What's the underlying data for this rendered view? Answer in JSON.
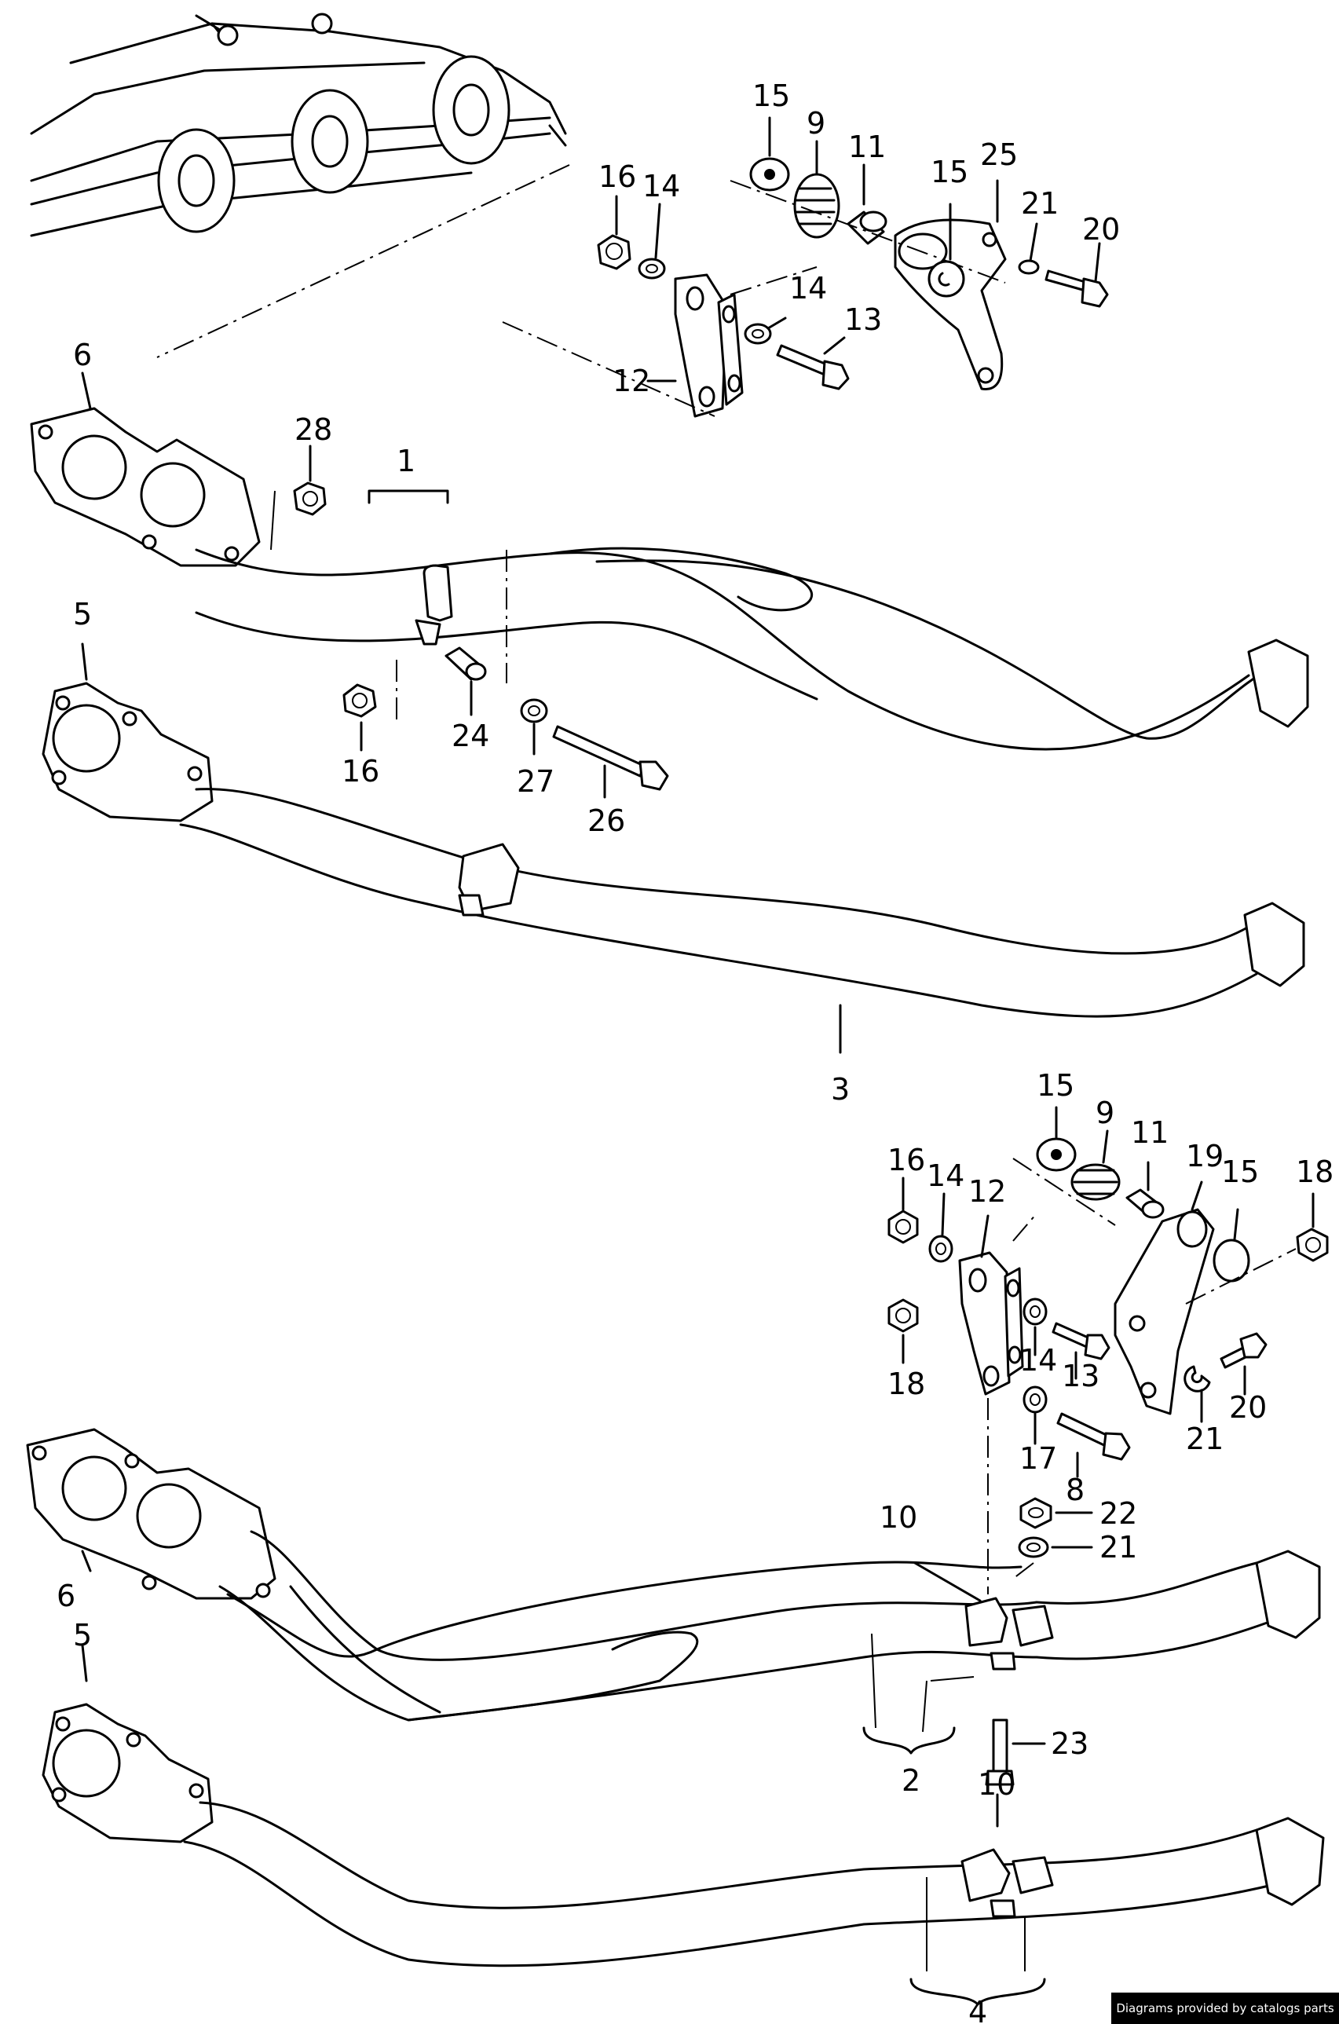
{
  "callouts": {
    "c1": "1",
    "c2": "2",
    "c3": "3",
    "c4": "4",
    "c5a": "5",
    "c5b": "5",
    "c6a": "6",
    "c6b": "6",
    "c8": "8",
    "c9a": "9",
    "c9b": "9",
    "c10a": "10",
    "c10b": "10",
    "c11a": "11",
    "c11b": "11",
    "c12a": "12",
    "c12b": "12",
    "c13a": "13",
    "c13b": "13",
    "c14a": "14",
    "c14b": "14",
    "c14c": "14",
    "c14d": "14",
    "c15a": "15",
    "c15b": "15",
    "c15c": "15",
    "c15d": "15",
    "c16a": "16",
    "c16b": "16",
    "c16c": "16",
    "c17": "17",
    "c18a": "18",
    "c18b": "18",
    "c19": "19",
    "c20a": "20",
    "c20b": "20",
    "c21a": "21",
    "c21b": "21",
    "c21c": "21",
    "c22": "22",
    "c23": "23",
    "c24": "24",
    "c25": "25",
    "c26": "26",
    "c27": "27",
    "c28": "28"
  },
  "credit": "Diagrams provided by catalogs parts"
}
